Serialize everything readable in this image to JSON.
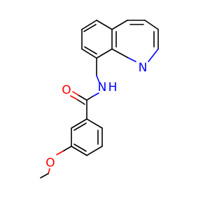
{
  "diagram": {
    "atoms": {
      "carbonyl_o": "O",
      "amide_n": "N",
      "amide_h": "H",
      "quinoline_n": "N",
      "methoxy_o": "O"
    },
    "colors": {
      "bond": "#000000",
      "oxygen": "#ff0000",
      "nitrogen": "#0000ff",
      "background": "#ffffff"
    }
  }
}
